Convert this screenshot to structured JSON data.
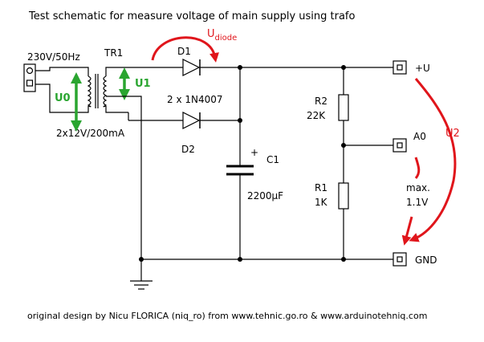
{
  "title": "Test schematic for measure voltage of main supply using trafo",
  "footer": "original design by Nicu FLORICA (niq_ro) from www.tehnic.go.ro & www.arduinotehniq.com",
  "labels": {
    "mains": "230V/50Hz",
    "transformer": "TR1",
    "transformer_rating": "2x12V/200mA",
    "u0": "U0",
    "u1": "U1",
    "udiode_main": "U",
    "udiode_sub": "diode",
    "d1": "D1",
    "d2": "D2",
    "diodes_type": "2 x 1N4007",
    "c1": "C1",
    "c1_plus": "+",
    "c1_value": "2200µF",
    "r2": "R2",
    "r2_value": "22K",
    "r1": "R1",
    "r1_value": "1K",
    "plus_u": "+U",
    "a0": "A0",
    "gnd": "GND",
    "u2": "U2",
    "max_label": "max.",
    "max_value": "1.1V"
  },
  "colors": {
    "annotation_red": "#e0151b",
    "annotation_green": "#2aa530",
    "wire": "#000000"
  }
}
